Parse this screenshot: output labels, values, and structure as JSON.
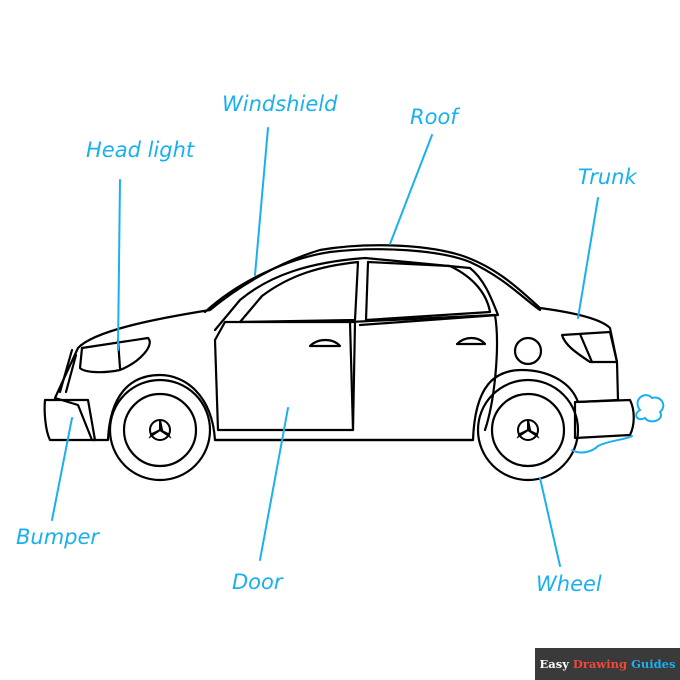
{
  "labels": {
    "windshield": "Windshield",
    "roof": "Roof",
    "head_light": "Head light",
    "trunk": "Trunk",
    "bumper": "Bumper",
    "door": "Door",
    "wheel": "Wheel"
  },
  "logo": {
    "part1": "Easy",
    "part2": "Drawing",
    "part3": "Guides"
  },
  "colors": {
    "label": "#1ab0f0",
    "outline": "#000000"
  }
}
